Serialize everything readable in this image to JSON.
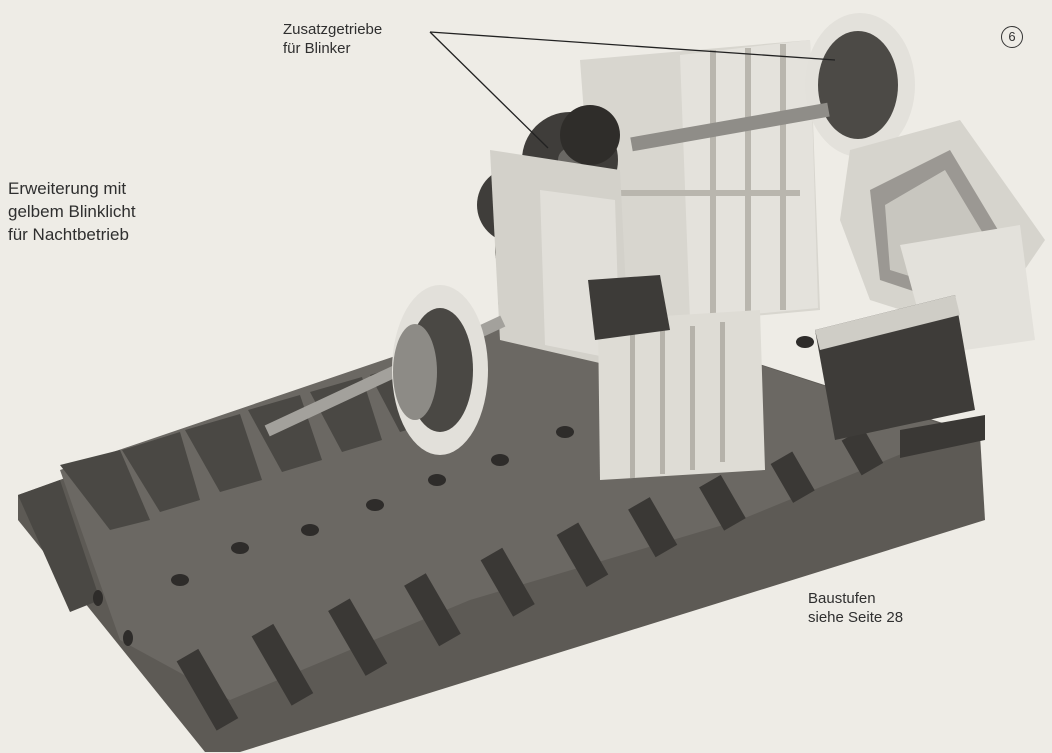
{
  "page": {
    "page_number": "6"
  },
  "captions": {
    "gear_callout": "Zusatzgetriebe\nfür Blinker",
    "extension_note": "Erweiterung mit\ngelbem Blinklicht\nfür Nachtbetrieb",
    "build_stages": "Baustufen\nsiehe Seite 28"
  },
  "illustration": {
    "subject": "photograph-of-construction-model",
    "colors": {
      "background": "#eeece6",
      "baseplate": "#5d5a55",
      "baseplate_top": "#6e6b66",
      "blocks": "#dcdad3",
      "blocks_shadow": "#b9b6ae",
      "gears": "#3f3d3a",
      "wheels": "#e2e0da",
      "metal": "#9a9894"
    }
  }
}
